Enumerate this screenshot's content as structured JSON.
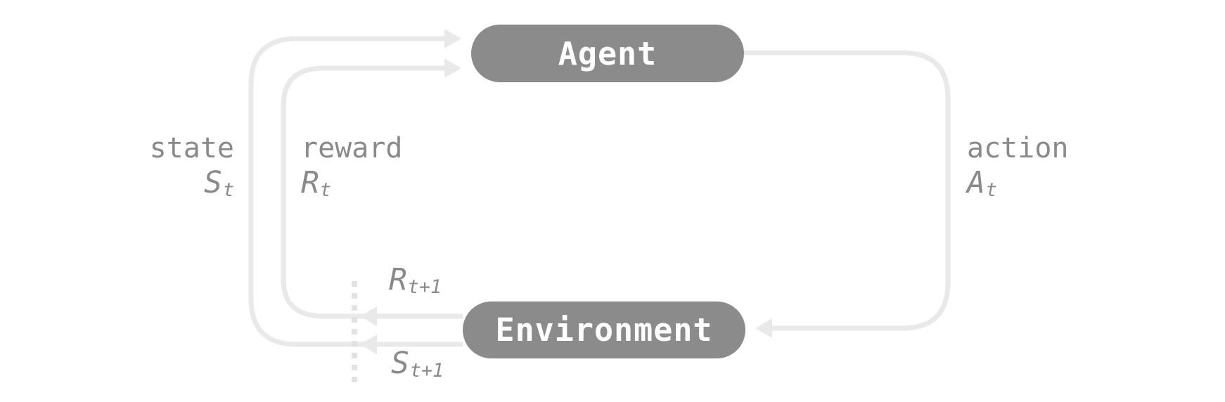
{
  "colors": {
    "background": "#ffffff",
    "node_fill": "#8b8b8b",
    "node_text": "#ffffff",
    "label_text": "#8a8a8a",
    "line": "#e9e9e9",
    "dotted_line": "#e2e2e2"
  },
  "nodes": {
    "agent": {
      "label": "Agent"
    },
    "environment": {
      "label": "Environment"
    }
  },
  "labels": {
    "state": {
      "word": "state",
      "symbol": "S",
      "subscript": "t"
    },
    "reward": {
      "word": "reward",
      "symbol": "R",
      "subscript": "t"
    },
    "action": {
      "word": "action",
      "symbol": "A",
      "subscript": "t"
    },
    "next_reward": {
      "symbol": "R",
      "subscript": "t+1"
    },
    "next_state": {
      "symbol": "S",
      "subscript": "t+1"
    }
  },
  "edges": [
    {
      "from": "environment",
      "to": "agent",
      "signal": "state"
    },
    {
      "from": "environment",
      "to": "agent",
      "signal": "reward"
    },
    {
      "from": "agent",
      "to": "environment",
      "signal": "action"
    }
  ]
}
